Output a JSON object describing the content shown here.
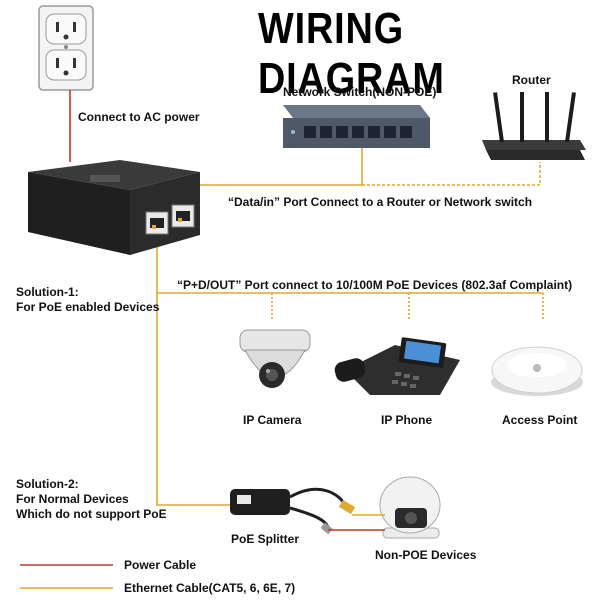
{
  "title": "WIRING DIAGRAM",
  "labels": {
    "ac_power": "Connect to AC power",
    "network_switch": "Network Switch(NON-POE)",
    "router": "Router",
    "data_in": "“Data/in” Port Connect to a Router or Network switch",
    "pd_out": "“P+D/OUT” Port connect to 10/100M PoE Devices (802.3af Complaint)",
    "solution1_title": "Solution-1:",
    "solution1_desc": "For PoE enabled Devices",
    "ip_camera": "IP Camera",
    "ip_phone": "IP Phone",
    "access_point": "Access Point",
    "solution2_title": "Solution-2:",
    "solution2_desc1": "For Normal Devices",
    "solution2_desc2": "Which do not support PoE",
    "poe_splitter": "PoE Splitter",
    "non_poe_devices": "Non-POE Devices"
  },
  "legend": [
    {
      "label": "Power Cable",
      "color": "#c0392b"
    },
    {
      "label": "Ethernet Cable(CAT5, 6, 6E, 7)",
      "color": "#e0a82e"
    }
  ],
  "colors": {
    "power": "#c0392b",
    "ethernet": "#e0a82e"
  }
}
